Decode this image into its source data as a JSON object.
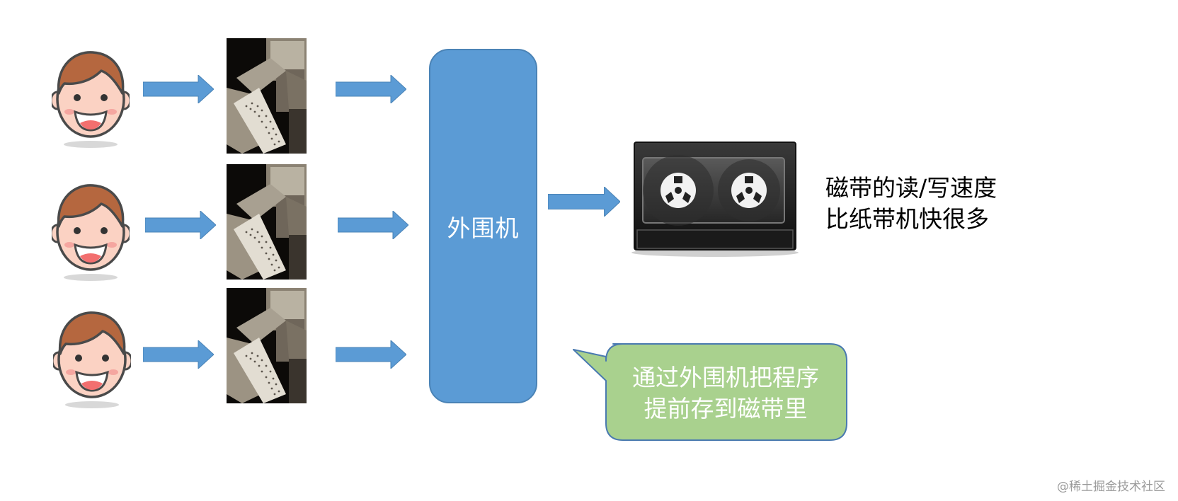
{
  "diagram": {
    "peripheral_label": "外围机",
    "tape_note": {
      "line1": "磁带的读/写速度",
      "line2": "比纸带机快很多"
    },
    "callout": {
      "line1": "通过外围机把程序",
      "line2": "提前存到磁带里"
    },
    "watermark": "@稀土掘金技术社区"
  },
  "icons": {
    "user": "smiling-user-face-icon",
    "paper_tape_machine": "paper-tape-punch-photo",
    "tape_drive": "magnetic-tape-reel-icon",
    "arrow": "right-arrow"
  },
  "colors": {
    "arrow": "#5b9bd5",
    "peripheral": "#5b9bd5",
    "callout": "#a9d18e",
    "callout_border": "#4a7ab0",
    "face_skin": "#fbd2c3",
    "hair": "#b5673f",
    "outline": "#4a4a4a"
  }
}
